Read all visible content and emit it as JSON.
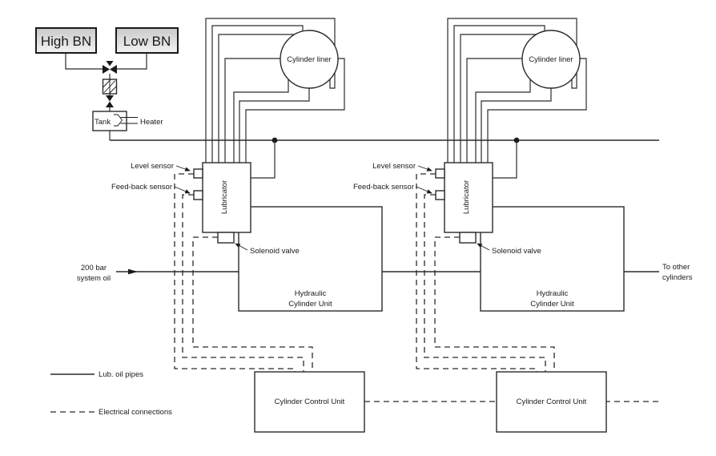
{
  "supply": {
    "high_bn_label": "High BN",
    "low_bn_label": "Low BN",
    "tank_label": "Tank",
    "heater_label": "Heater"
  },
  "annotations": {
    "system_oil_line1": "200 bar",
    "system_oil_line2": "system oil",
    "to_other_line1": "To other",
    "to_other_line2": "cylinders"
  },
  "units": [
    {
      "cylinder_liner_label": "Cylinder liner",
      "lubricator_label": "Lubricator",
      "level_sensor_label": "Level sensor",
      "feedback_sensor_label": "Feed-back sensor",
      "solenoid_valve_label": "Solenoid valve",
      "hydraulic_unit_line1": "Hydraulic",
      "hydraulic_unit_line2": "Cylinder Unit",
      "control_unit_label": "Cylinder Control Unit"
    },
    {
      "cylinder_liner_label": "Cylinder liner",
      "lubricator_label": "Lubricator",
      "level_sensor_label": "Level sensor",
      "feedback_sensor_label": "Feed-back sensor",
      "solenoid_valve_label": "Solenoid valve",
      "hydraulic_unit_line1": "Hydraulic",
      "hydraulic_unit_line2": "Cylinder Unit",
      "control_unit_label": "Cylinder Control Unit"
    }
  ],
  "legend": {
    "solid_label": "Lub. oil pipes",
    "dashed_label": "Electrical connections"
  },
  "colors": {
    "line": "#2b2b2b",
    "background": "#ffffff",
    "bn_box_top": "#c9c9c9",
    "bn_box_bottom": "#f2f2f2"
  }
}
